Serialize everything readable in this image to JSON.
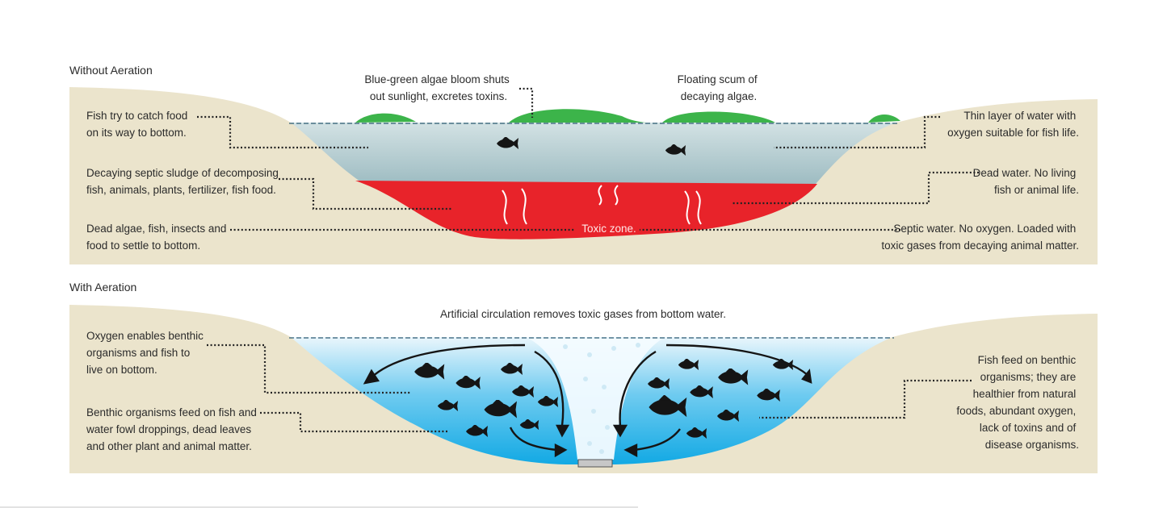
{
  "sections": {
    "without": {
      "title": "Without Aeration",
      "zone_label": "Toxic zone.",
      "top_callouts": [
        [
          "Blue-green algae bloom shuts",
          "out sunlight, excretes toxins."
        ],
        [
          "Floating scum of",
          "decaying algae."
        ]
      ],
      "left_callouts": [
        [
          "Fish try to catch food",
          "on its way to bottom."
        ],
        [
          "Decaying septic sludge of decomposing",
          "fish, animals, plants, fertilizer, fish food."
        ],
        [
          "Dead algae, fish, insects and",
          "food to settle to bottom."
        ]
      ],
      "right_callouts": [
        [
          "Thin layer of water with",
          "oxygen suitable for fish life."
        ],
        [
          "Dead water. No living",
          "fish or animal life."
        ],
        [
          "Septic water. No oxygen. Loaded with",
          "toxic gases from decaying animal matter."
        ]
      ]
    },
    "with": {
      "title": "With Aeration",
      "header": "Artificial circulation removes toxic gases from bottom water.",
      "left_callouts": [
        [
          "Oxygen enables benthic",
          "organisms and fish to",
          "live on bottom."
        ],
        [
          "Benthic organisms feed on fish and",
          "water fowl droppings, dead leaves",
          "and other plant and animal matter."
        ]
      ],
      "right_callouts": [
        [
          "Fish feed on benthic",
          "organisms; they are",
          "healthier from natural",
          "foods, abundant oxygen,",
          "lack of toxins and of",
          "disease organisms."
        ]
      ]
    }
  },
  "colors": {
    "panel": "#ebe4cc",
    "surface_water": "#c9dadc",
    "toxic_zone": "#e8232a",
    "algae": "#3cb44a",
    "aerated_water_top": "#e3f2fb",
    "aerated_water_bottom": "#1aaee5",
    "fish": "#151515"
  },
  "icons": [
    "fish-icon",
    "circulation-arrow-icon",
    "bubble-plume-icon",
    "diffuser-icon",
    "gas-wisp-icon"
  ]
}
